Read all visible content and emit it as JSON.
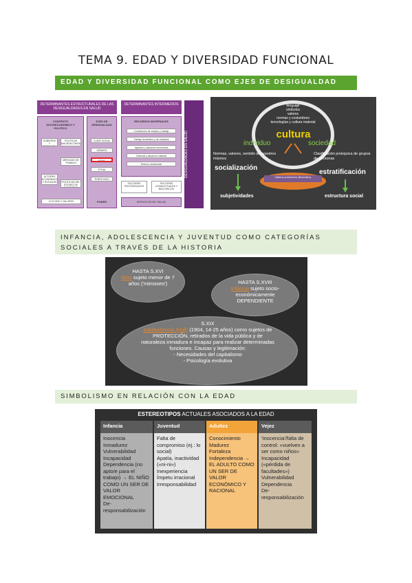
{
  "title": "TEMA 9. EDAD Y DIVERSIDAD FUNCIONAL",
  "sections": {
    "s1": "EDAD Y DIVERSIDAD FUNCIONAL COMO EJES DE DESIGUALDAD",
    "s2": "INFANCIA, ADOLESCENCIA Y JUVENTUD COMO CATEGORÍAS SOCIALES A TRAVÉS DE LA HISTORIA",
    "s3": "SIMBOLISMO EN RELACIÓN CON LA EDAD"
  },
  "determinantes": {
    "estructurales": "DETERMINANTES ESTRUCTURALES DE LAS DESIGUALDADES EN SALUD",
    "intermedios": "DETERMINANTES INTERMEDIOS",
    "contexto": "CONTEXTO SOCIOECONÓMICO Y POLÍTICO",
    "ejes": "EJES DE DESIGUALDAD",
    "recursos": "RECURSOS MATERIALES",
    "gobierno": "GOBIERNO Y TRADICIÓN POLÍTICA",
    "politicas": "POLÍTICAS MACROECONÓMICAS",
    "mercado": "MERCADO DE TRABAJO",
    "actores": "ACTORES ECONÓMICOS Y SOCIALES",
    "estado": "POLÍTICAS DEL ESTADO DE BIENESTAR",
    "cultura": "CULTURA Y VALORES",
    "ejes_items": [
      "CLASE SOCIAL",
      "GÉNERO",
      "EDAD",
      "ETNIA",
      "TERRITORIO"
    ],
    "poder": "PODER",
    "rec_items": [
      "Condiciones de empleo y trabajo",
      "Trabajo doméstico y de cuidados",
      "Ingresos y situación económica",
      "Vivienda y situación material",
      "Entorno residencial"
    ],
    "psico": "FACTORES PSICOSOCIALES",
    "conduct": "FACTORES CONDUCTUALES Y BIOLÓGICOS",
    "servicios": "SERVICIOS DE SALUD",
    "side": "DESIGUALDADES EN SALUD"
  },
  "cultura_fig": {
    "lines": [
      "lenguaje",
      "símbolos",
      "valores",
      "normas y costumbres",
      "tecnologías y cultura material"
    ],
    "cultura": "cultura",
    "individuo": "individuo",
    "sociedad": "sociedad",
    "normas": "Normas, valores, sentido de nosotros mismos",
    "clasif": "Clasificación jerárquica de grupos de personas",
    "socializacion": "socialización",
    "estratificacion": "estratificación",
    "habitus": "habitus posiciones (Bourdieu)",
    "subjetividades": "subjetividades",
    "estructura": "estructura social"
  },
  "historia": {
    "o1": [
      "HASTA S.XVI",
      "Niño",
      "sujeto menor de 7 años ('mimoseo')"
    ],
    "o2": [
      "HASTA S.XVIII",
      "Infancia",
      "sujeto socio-económicamente DEPENDIENTE"
    ],
    "o3_title": "S.XIX",
    "o3_link": "Adolescencia (Hall)",
    "o3_text": "(1904, 14-25 años) como sujetos de PROTECCIÓN, retirados de la vida pública y de naturaleza inmadura e incapaz para realizar determinadas funciones. Causas y legitimación:",
    "o3_items": [
      "- Necesidades del capitalismo",
      "- Psicología evolutiva"
    ]
  },
  "estereotipos": {
    "title_bold": "ESTEREOTIPOS",
    "title_rest": " ACTUALES ASOCIADOS A LA EDAD",
    "columns": [
      {
        "header": "Infancia",
        "body": "Inocencia\nInmadurez\nVulnerabilidad\nIncapacidad\nDependencia (no apto/e para el trabajo) → EL NIÑO COMO UN SER DE VALOR EMOCIONAL\nDe-responsabilización",
        "head_color": "#5b5b5b",
        "body_color": "#b0b0b0"
      },
      {
        "header": "Juventud",
        "body": "Falta de compromiso (ej.: lo social)\nApatía, inactividad («ni-ni»)\nInexperiencia\nÍmpetu irracional\nIrresponsabilidad",
        "head_color": "#5b5b5b",
        "body_color": "#e6e6e6"
      },
      {
        "header": "Adultez",
        "body": "Conocimiento\nMadurez\nFortaleza\nIndependencia → EL ADULTO COMO UN SER DE VALOR ECONÓMICO Y RACIONAL",
        "head_color": "#f2a43a",
        "body_color": "#f7c27a"
      },
      {
        "header": "Vejez",
        "body": "'Inocencia'/falta de control: «vuelven a ser como niños»\nIncapacidad («pérdida de facultades»)\nVulnerabilidad\nDependencia\nDe-responsabilización",
        "head_color": "#5b5b5b",
        "body_color": "#d0c0a8"
      }
    ]
  }
}
